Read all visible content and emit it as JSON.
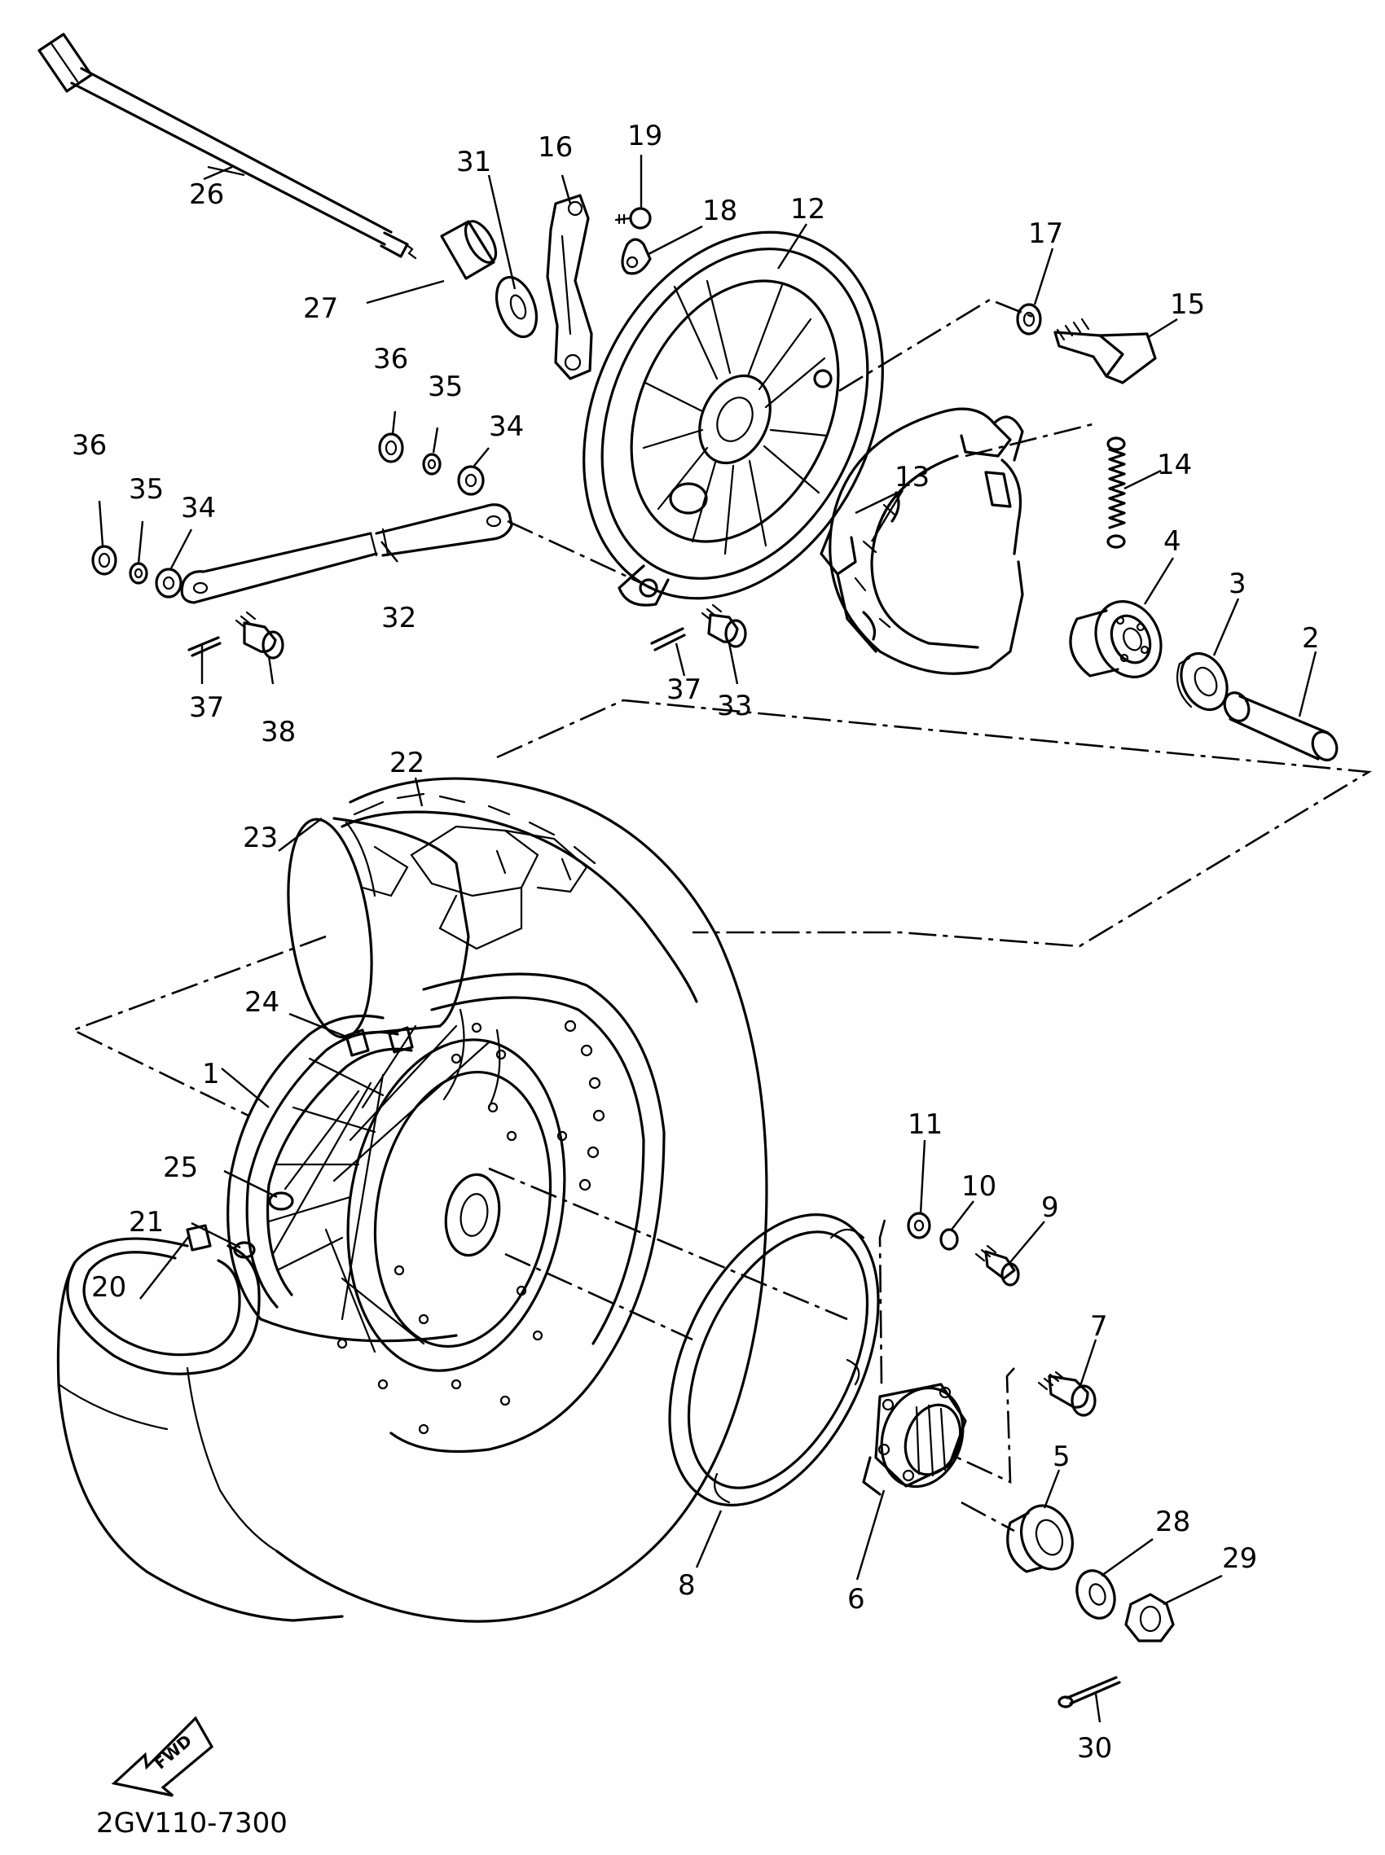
{
  "diagram_code": "2GV110-7300",
  "front_arrow_label": "FWD",
  "part_labels": [
    "1",
    "2",
    "3",
    "4",
    "5",
    "6",
    "7",
    "8",
    "9",
    "10",
    "11",
    "12",
    "13",
    "14",
    "15",
    "16",
    "17",
    "18",
    "19",
    "20",
    "21",
    "22",
    "23",
    "24",
    "25",
    "26",
    "27",
    "28",
    "29",
    "30",
    "31",
    "32",
    "33",
    "34",
    "35",
    "36",
    "37",
    "38"
  ]
}
